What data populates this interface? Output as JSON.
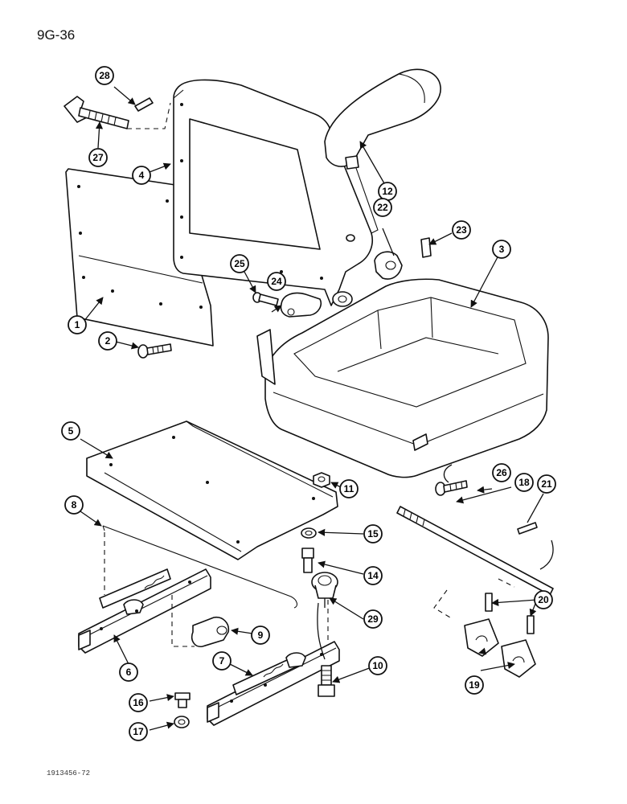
{
  "page_id": "9G-36",
  "figure_code": "1913456-72",
  "callouts": [
    "1",
    "2",
    "3",
    "4",
    "5",
    "6",
    "7",
    "8",
    "9",
    "10",
    "11",
    "12",
    "14",
    "15",
    "16",
    "17",
    "18",
    "19",
    "20",
    "21",
    "22",
    "23",
    "24",
    "25",
    "26",
    "27",
    "28",
    "29"
  ]
}
